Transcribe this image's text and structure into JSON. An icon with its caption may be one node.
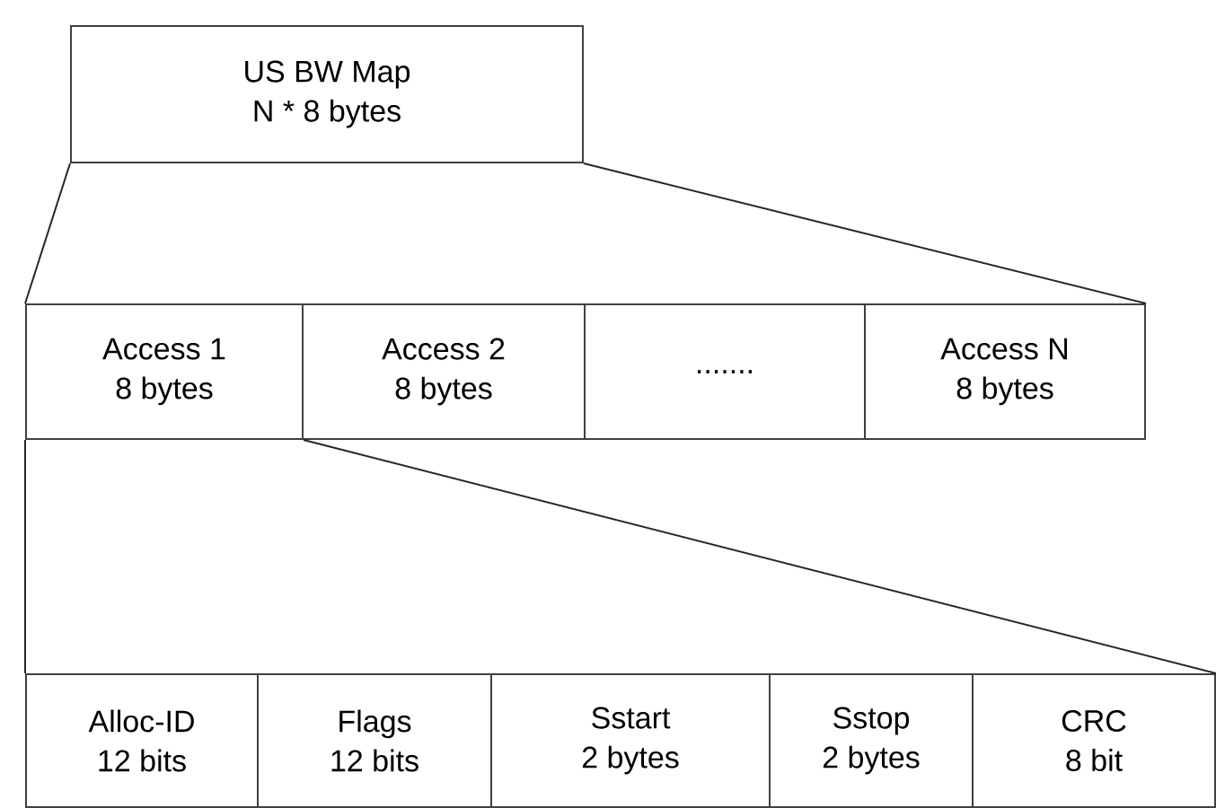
{
  "diagram": {
    "nodes": [
      {
        "text": [
          "US BW Map",
          "N * 8 bytes"
        ]
      },
      {
        "text": [
          "Access 1",
          "8 bytes"
        ]
      },
      {
        "text": [
          "Access 2",
          "8 bytes"
        ]
      },
      {
        "text": [
          "......."
        ]
      },
      {
        "text": [
          "Access N",
          "8 bytes"
        ]
      },
      {
        "text": [
          "Alloc-ID",
          "12 bits"
        ]
      },
      {
        "text": [
          "Flags",
          "12 bits"
        ]
      },
      {
        "text": [
          "Sstart",
          "2 bytes"
        ]
      },
      {
        "text": [
          "Sstop",
          "2 bytes"
        ]
      },
      {
        "text": [
          "CRC",
          "8 bit"
        ]
      }
    ],
    "edges": [
      {
        "from": 0,
        "to": 1,
        "arrow": "none"
      },
      {
        "from": 0,
        "to": 4,
        "arrow": "none"
      },
      {
        "from": 1,
        "to": 5,
        "arrow": "none"
      },
      {
        "from": 1,
        "to": 9,
        "arrow": "none"
      }
    ]
  }
}
